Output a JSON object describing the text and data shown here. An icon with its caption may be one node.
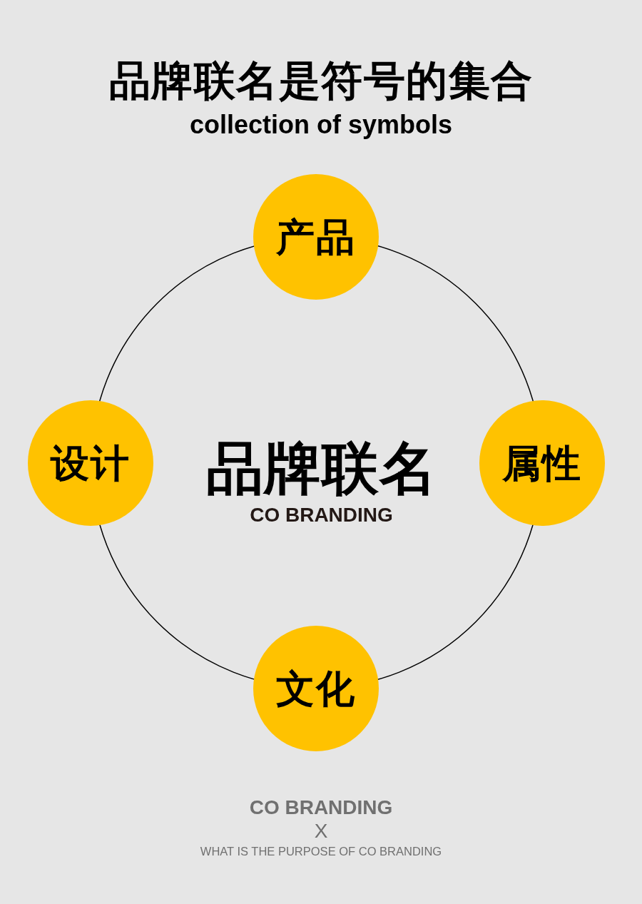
{
  "diagram": {
    "title": "品牌联名是符号的集合",
    "nodes": [
      {
        "text": [
          "品牌联名",
          "CO BRANDING"
        ]
      },
      {
        "text": [
          "产品"
        ]
      },
      {
        "text": [
          "设计"
        ]
      },
      {
        "text": [
          "属性"
        ]
      },
      {
        "text": [
          "文化"
        ]
      }
    ],
    "labels": [
      "collection of symbols",
      "CO BRANDING",
      "X",
      "WHAT IS THE PURPOSE OF CO BRANDING"
    ]
  }
}
